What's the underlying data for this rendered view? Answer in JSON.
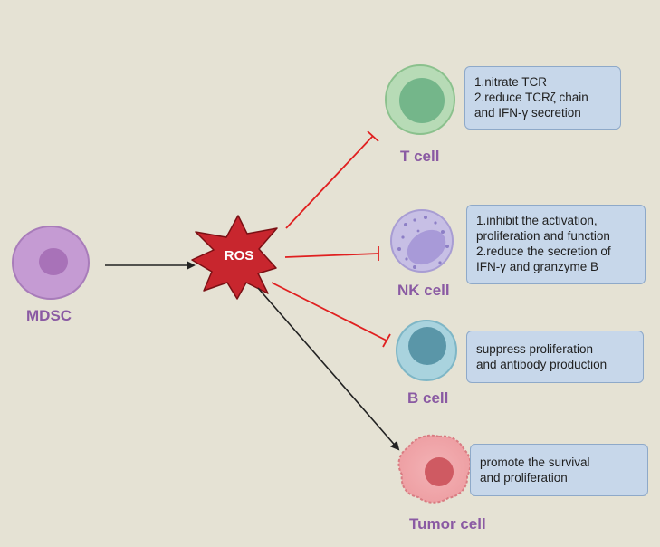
{
  "cells": {
    "mdsc": {
      "label": "MDSC"
    },
    "t_cell": {
      "label": "T cell"
    },
    "nk_cell": {
      "label": "NK cell"
    },
    "b_cell": {
      "label": "B cell"
    },
    "tumor_cell": {
      "label": "Tumor cell"
    }
  },
  "ros": {
    "label": "ROS"
  },
  "boxes": {
    "t_cell": {
      "lines": [
        "1.nitrate TCR",
        "2.reduce TCRζ chain",
        "and IFN-γ secretion"
      ]
    },
    "nk_cell": {
      "lines": [
        "1.inhibit the activation,",
        "proliferation and function",
        "2.reduce the secretion of",
        "IFN-γ and granzyme B"
      ]
    },
    "b_cell": {
      "lines": [
        "suppress proliferation",
        "and antibody production"
      ]
    },
    "tumor_cell": {
      "lines": [
        "promote the survival",
        "and proliferation"
      ]
    }
  },
  "colors": {
    "background": "#e5e2d4",
    "inhibit_arrow": "#e02020",
    "activate_arrow": "#222222",
    "label": "#8a5aa3",
    "ros_fill": "#c8262e"
  }
}
